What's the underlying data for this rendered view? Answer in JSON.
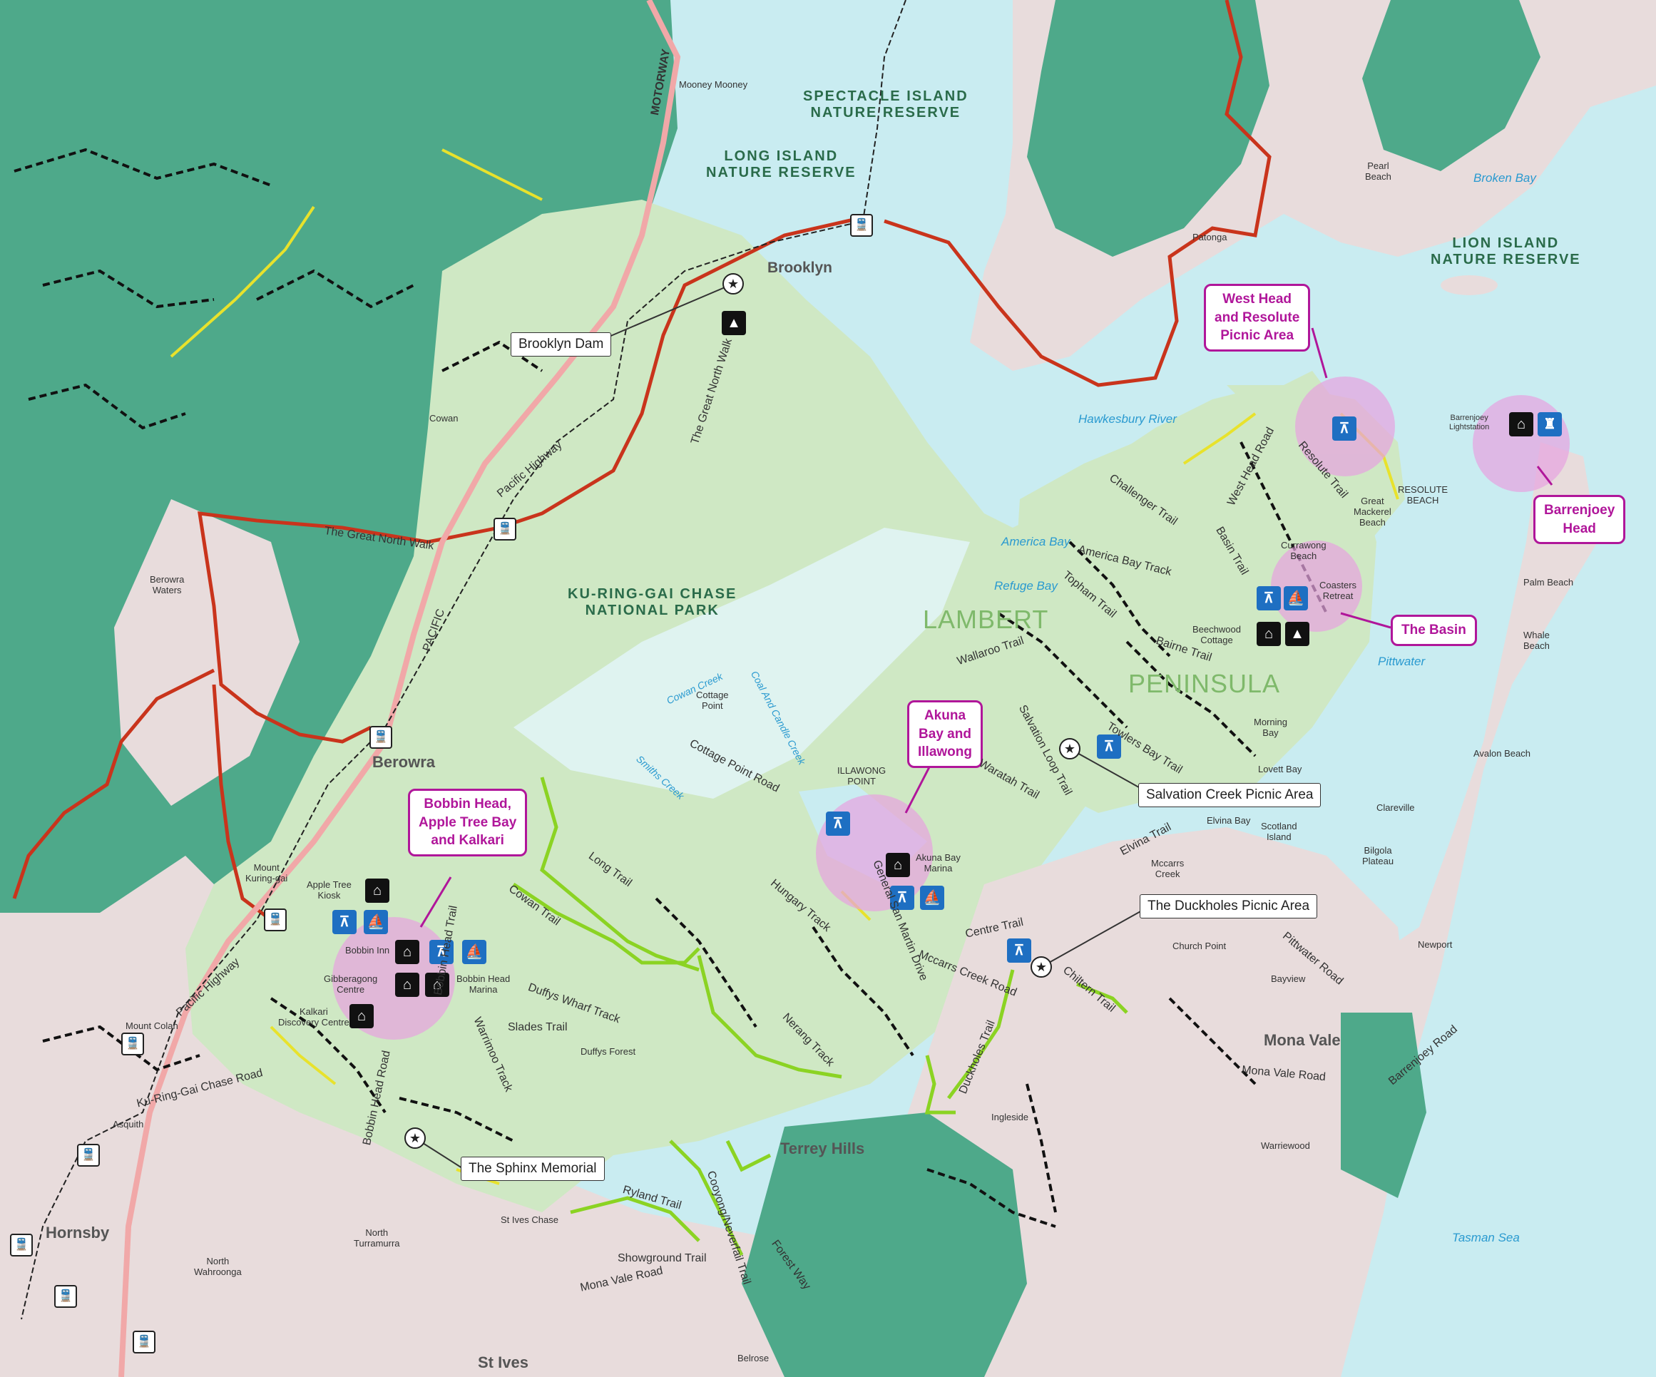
{
  "labels": {
    "mooney_mooney": "Mooney Mooney",
    "spectacle_island": "SPECTACLE ISLAND\nNATURE RESERVE",
    "long_island": "LONG ISLAND\nNATURE RESERVE",
    "lion_island": "LION ISLAND\nNATURE RESERVE",
    "motorway": "MOTORWAY",
    "brooklyn": "Brooklyn",
    "pearl_beach": "Pearl\nBeach",
    "patonga": "Patonga",
    "broken_bay": "Broken Bay",
    "cowan": "Cowan",
    "pacific_highway": "Pacific Highway",
    "great_north_walk_v": "The Great North Walk",
    "great_north_walk_h": "The Great North Walk",
    "hawkesbury_river": "Hawkesbury River",
    "berowra_waters": "Berowra\nWaters",
    "kuringgai": "KU-RING-GAI CHASE\nNATIONAL PARK",
    "lambert": "LAMBERT",
    "peninsula": "PENINSULA",
    "america_bay": "America Bay",
    "refuge_bay": "Refuge Bay",
    "challenger_trail": "Challenger Trail",
    "america_bay_track": "America Bay Track",
    "topham_trail": "Topham Trail",
    "west_head_road": "West Head Road",
    "basin_trail": "Basin Trail",
    "resolute_trail": "Resolute Trail",
    "resolute_beach": "RESOLUTE\nBEACH",
    "great_mackerel": "Great\nMackerel\nBeach",
    "currawong": "Currawong\nBeach",
    "coasters_retreat": "Coasters\nRetreat",
    "beechwood_cottage": "Beechwood\nCottage",
    "bairne_trail": "Bairne Trail",
    "pittwater": "Pittwater",
    "palm_beach": "Palm Beach",
    "whale_beach": "Whale\nBeach",
    "barrenjoey_lightstation": "Barrenjoey\nLightstation",
    "pacific_v": "PACIFIC",
    "berowra": "Berowra",
    "cowan_creek": "Cowan Creek",
    "cottage_point": "Cottage\nPoint",
    "coal_candle": "Coal And Candle Creek",
    "smiths_creek": "Smiths Creek",
    "cottage_point_road": "Cottage Point Road",
    "wallaroo_trail": "Wallaroo Trail",
    "salvation_loop": "Salvation Loop Trail",
    "towlers_bay": "Towlers Bay Trail",
    "morning_bay": "Morning\nBay",
    "lovett_bay": "Lovett Bay",
    "elvina_bay": "Elvina Bay",
    "elvina_trail": "Elvina Trail",
    "scotland_island": "Scotland\nIsland",
    "avalon_beach": "Avalon Beach",
    "clareville": "Clareville",
    "bilgola_plateau": "Bilgola\nPlateau",
    "illawong_point": "ILLAWONG\nPOINT",
    "waratah_trail": "Waratah Trail",
    "akuna_bay_marina": "Akuna Bay\nMarina",
    "general_san_martin": "General San Martin Drive",
    "hungary_track": "Hungary Track",
    "mccarrs_creek": "Mccarrs\nCreek",
    "centre_trail": "Centre Trail",
    "mccarrs_creek_road": "Mccarrs Creek Road",
    "church_point": "Church Point",
    "chiltern_trail": "Chiltern Trail",
    "pittwater_road": "Pittwater Road",
    "bayview": "Bayview",
    "newport": "Newport",
    "mona_vale": "Mona Vale",
    "mona_vale_road_e": "Mona Vale Road",
    "barrenjoey_road": "Barrenjoey Road",
    "warriewood": "Warriewood",
    "tasman_sea": "Tasman Sea",
    "ingleside": "Ingleside",
    "duckholes_trail": "Duckholes Trail",
    "nerang_track": "Nerang Track",
    "terrey_hills": "Terrey Hills",
    "cowan_trail": "Cowan Trail",
    "long_trail": "Long Trail",
    "duffys_wharf": "Duffys Wharf Track",
    "slades_trail": "Slades Trail",
    "duffys_forest": "Duffys Forest",
    "warrimoo_track": "Warrimoo Track",
    "bobbin_head_trail": "Bobbin Head Trail",
    "bobbin_head_road": "Bobbin Head Road",
    "mount_kuringgai": "Mount\nKuring-gai",
    "apple_tree_kiosk": "Apple Tree\nKiosk",
    "bobbin_inn": "Bobbin Inn",
    "gibberagong": "Gibberagong\nCentre",
    "bobbin_head_marina": "Bobbin Head\nMarina",
    "kalkari_dc": "Kalkari\nDiscovery Centre",
    "pacific_highway_sw": "Pacific Highway",
    "mount_colah": "Mount Colah",
    "kuringgai_chase_road": "Ku-Ring-Gai Chase Road",
    "asquith": "Asquith",
    "hornsby": "Hornsby",
    "north_turramurra": "North\nTurramurra",
    "north_wahroonga": "North\nWahroonga",
    "ryland_trail": "Ryland Trail",
    "cooyong": "Cooyong/Neverfail Trail",
    "forest_way": "Forest Way",
    "st_ives_chase": "St Ives Chase",
    "showground_trail": "Showground Trail",
    "mona_vale_road_w": "Mona Vale Road",
    "st_ives": "St Ives",
    "belrose": "Belrose"
  },
  "callouts": {
    "west_head": "West Head\nand Resolute\nPicnic Area",
    "barrenjoey_head": "Barrenjoey\nHead",
    "the_basin": "The Basin",
    "akuna_bay": "Akuna\nBay and\nIllawong",
    "bobbin_head": "Bobbin Head,\nApple Tree Bay\nand Kalkari"
  },
  "poi_boxes": {
    "brooklyn_dam": "Brooklyn Dam",
    "salvation_creek": "Salvation Creek Picnic Area",
    "duckholes": "The Duckholes Picnic Area",
    "sphinx": "The Sphinx Memorial"
  },
  "icons": {
    "picnic": "picnic-icon",
    "camping": "camping-icon",
    "building": "building-icon",
    "boat_ramp": "boat-ramp-icon",
    "lighthouse": "lighthouse-icon",
    "train": "train-station-icon",
    "landmark": "landmark-star-icon"
  },
  "colors": {
    "water": "#c9ecf1",
    "park": "#cfe8c4",
    "forest": "#4ea98a",
    "urban": "#e9dede",
    "walk": "#c9341c",
    "trail_yellow": "#e8e22c",
    "trail_green": "#8bd323",
    "callout": "#b0169a",
    "highlight": "#e7a3e0",
    "facility": "#1e6fc2"
  }
}
